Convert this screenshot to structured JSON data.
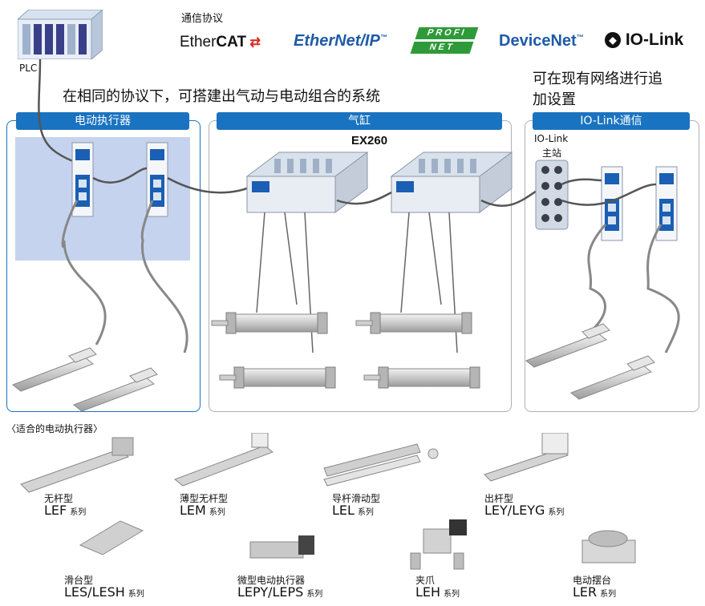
{
  "plc_label": "PLC",
  "protocols": {
    "title": "通信协议",
    "items": [
      "EtherCAT",
      "EtherNet/IP",
      "PROFINET",
      "DeviceNet",
      "IO-Link"
    ]
  },
  "headline_left": "在相同的协议下，可搭建出气动与电动组合的系统",
  "headline_right": [
    "可在现有网络进行追",
    "加设置"
  ],
  "panels": {
    "electric": "电动执行器",
    "cylinder": "气缸",
    "iolink": "IO-Link通信"
  },
  "ex260_label": "EX260",
  "iolink_master": [
    "IO-Link",
    "主站"
  ],
  "suitable_title": "〈适合的电动执行器〉",
  "products": [
    {
      "name": "无杆型",
      "model": "LEF",
      "series": "系列"
    },
    {
      "name": "薄型无杆型",
      "model": "LEM",
      "series": "系列"
    },
    {
      "name": "导杆滑动型",
      "model": "LEL",
      "series": "系列"
    },
    {
      "name": "出杆型",
      "model": "LEY/LEYG",
      "series": "系列"
    },
    {
      "name": "滑台型",
      "model": "LES/LESH",
      "series": "系列"
    },
    {
      "name": "微型电动执行器",
      "model": "LEPY/LEPS",
      "series": "系列"
    },
    {
      "name": "夹爪",
      "model": "LEH",
      "series": "系列"
    },
    {
      "name": "电动摆台",
      "model": "LER",
      "series": "系列"
    }
  ],
  "colors": {
    "accent": "#1a73c0",
    "highlight_bg": "#c5d3ee",
    "panel_border": "#b0b0b0",
    "profinet_green": "#2f9a3a"
  }
}
